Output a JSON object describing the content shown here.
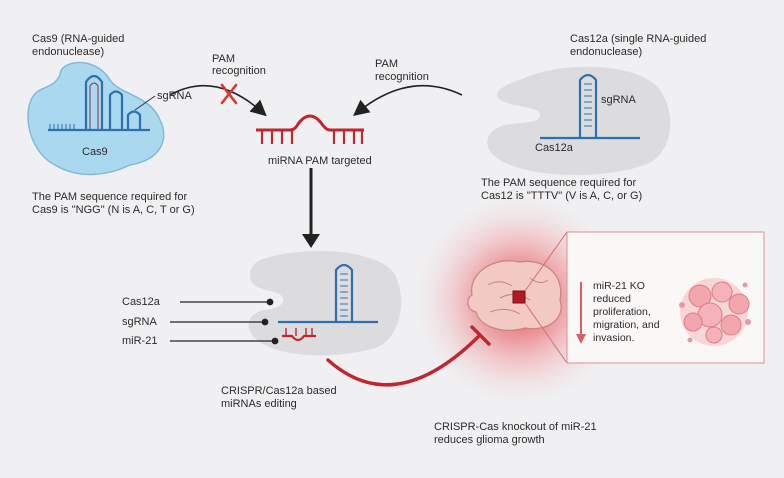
{
  "cas9": {
    "title_line1": "Cas9 (RNA-guided",
    "title_line2": "endonuclease)",
    "sgrna_label": "sgRNA",
    "protein_label": "Cas9",
    "pam_line1": "The PAM sequence required for",
    "pam_line2": "Cas9 is \"NGG\" (N is A, C, T or G)"
  },
  "cas12a": {
    "title_line1": "Cas12a (single RNA-guided",
    "title_line2": "endonuclease)",
    "sgrna_label": "sgRNA",
    "protein_label": "Cas12a",
    "pam_line1": "The PAM sequence required for",
    "pam_line2": "Cas12 is \"TTTV\"  (V is A, C, or G)"
  },
  "pam_left": {
    "line1": "PAM",
    "line2": "recognition"
  },
  "pam_right": {
    "line1": "PAM",
    "line2": "recognition"
  },
  "mirna": {
    "label": "miRNA PAM targeted"
  },
  "complex": {
    "label_cas12a": "Cas12a",
    "label_sgrna": "sgRNA",
    "label_mir21": "miR-21",
    "caption_line1": "CRISPR/Cas12a based",
    "caption_line2": "miRNAs editing"
  },
  "knockout": {
    "line1": "CRISPR-Cas knockout of miR-21",
    "line2": "reduces glioma growth"
  },
  "result": {
    "line1": "miR-21 KO",
    "line2": "reduced",
    "line3": "proliferation,",
    "line4": "migration, and",
    "line5": "invasion."
  },
  "colors": {
    "background": "#f0f0f2",
    "cas9_blue": "#a9d8ef",
    "rna_blue": "#2f6fae",
    "mirna_red": "#c0262d",
    "protein_grey": "#d9d9dd",
    "arrow_dark": "#222222"
  }
}
